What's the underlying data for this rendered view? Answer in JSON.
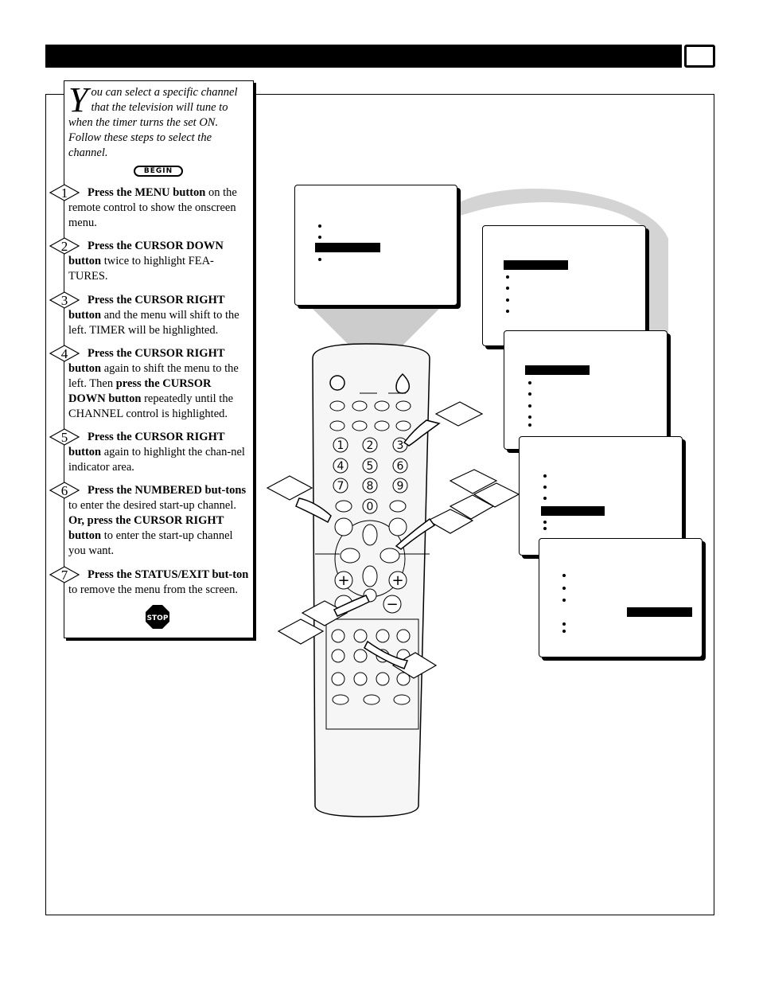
{
  "intro": {
    "dropcap": "Y",
    "text": "ou can select a specific channel that the television will tune to when the timer turns the set ON. Follow these steps to select the channel."
  },
  "begin_label": "BEGIN",
  "stop_label": "STOP",
  "steps": [
    {
      "num": "1",
      "bold": "Press the MENU button",
      "rest": " on the remote control to show the onscreen menu."
    },
    {
      "num": "2",
      "bold": "Press the CURSOR DOWN button",
      "rest": " twice to highlight FEA-TURES."
    },
    {
      "num": "3",
      "bold": "Press the CURSOR RIGHT button",
      "rest": " and the menu will shift to the left. TIMER will be highlighted."
    },
    {
      "num": "4",
      "bold": "Press the CURSOR RIGHT button",
      "rest": " again to shift the menu to the left. Then ",
      "bold2": "press the CURSOR DOWN button",
      "rest2": " repeatedly until the CHANNEL control is highlighted."
    },
    {
      "num": "5",
      "bold": "Press the CURSOR RIGHT button",
      "rest": " again to highlight the chan-nel indicator area."
    },
    {
      "num": "6",
      "bold": "Press the NUMBERED but-tons",
      "rest": " to enter the desired start-up channel.   ",
      "bold2": "Or, press the CURSOR RIGHT button",
      "rest2": " to enter the start-up channel you want."
    },
    {
      "num": "7",
      "bold": "Press the STATUS/EXIT but-ton",
      "rest": " to remove the menu from the screen."
    }
  ],
  "remote": {
    "digits": [
      "1",
      "2",
      "3",
      "4",
      "5",
      "6",
      "7",
      "8",
      "9",
      "0"
    ],
    "plus": "+",
    "minus": "−"
  },
  "colors": {
    "ink": "#000000",
    "beam": "#cfcfcf",
    "remote_body": "#f6f6f6"
  }
}
